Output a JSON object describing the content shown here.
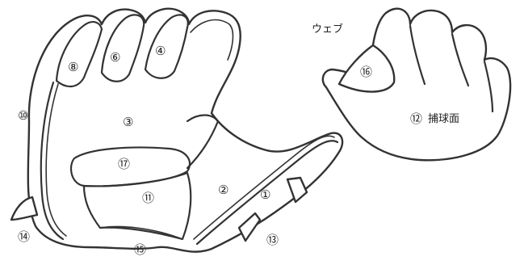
{
  "diagram": {
    "labels": {
      "n1": "①",
      "n2": "②",
      "n3": "③",
      "n4": "④",
      "n6": "⑥",
      "n8": "⑧",
      "n10": "⑩",
      "n11": "⑪",
      "n12": "⑫",
      "n12_text": "捕球面",
      "n13": "⑬",
      "n14": "⑭",
      "n15": "⑮",
      "n16": "⑯",
      "n17": "⑰",
      "web": "ウェブ"
    }
  }
}
